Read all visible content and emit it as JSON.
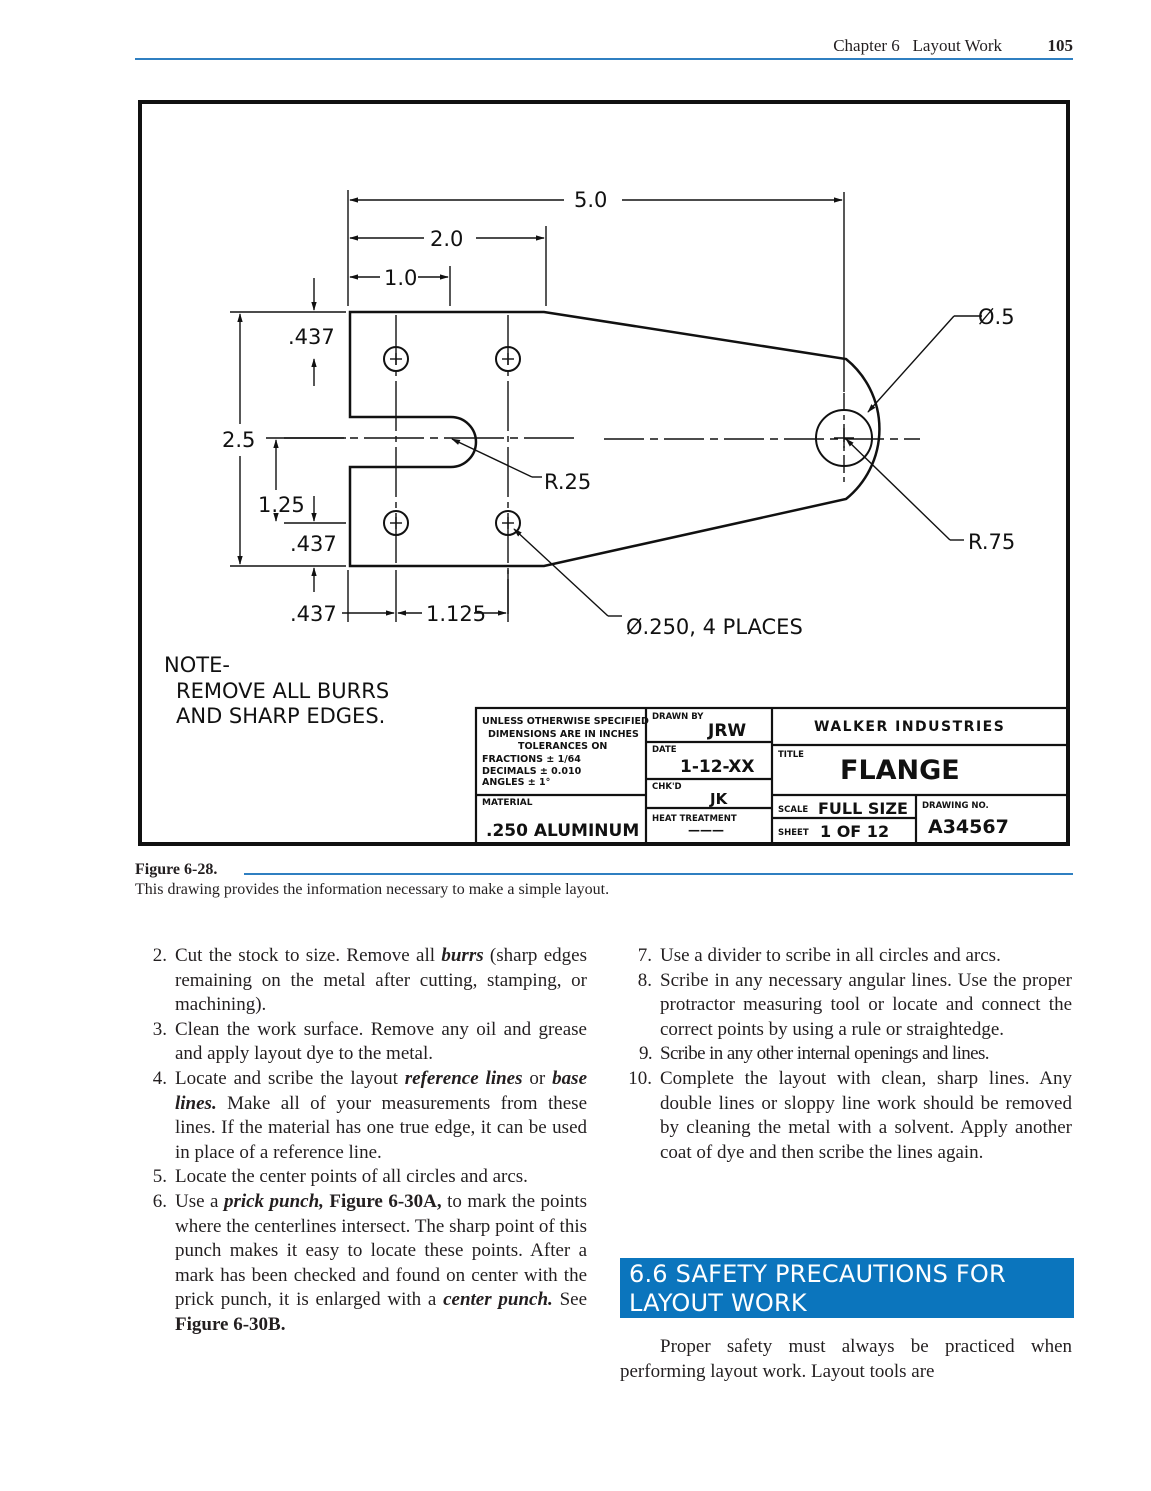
{
  "header": {
    "chapter": "Chapter 6",
    "section": "Layout Work",
    "page_number": "105"
  },
  "figure": {
    "label": "Figure 6-28.",
    "caption": "This drawing provides the information necessary to make a simple layout.",
    "dimensions": {
      "d_5_0": "5.0",
      "d_2_0": "2.0",
      "d_1_0": "1.0",
      "d_437_top": ".437",
      "d_2_5": "2.5",
      "d_1_25": "1.25",
      "d_437_mid": ".437",
      "d_437_bottom": ".437",
      "d_1_125": "1.125",
      "dia_5": "Ø.5",
      "r_25": "R.25",
      "r_75": "R.75",
      "holes": "Ø.250, 4 PLACES"
    },
    "note": {
      "title": "NOTE-",
      "line1": "REMOVE ALL BURRS",
      "line2": "AND SHARP EDGES."
    },
    "title_block": {
      "tol_line1": "UNLESS OTHERWISE SPECIFIED",
      "tol_line2": "DIMENSIONS ARE IN INCHES",
      "tol_line3": "TOLERANCES ON",
      "tol_frac": "FRACTIONS  ± 1/64",
      "tol_dec": "DECIMALS   ± 0.010",
      "tol_ang": "ANGLES       ± 1°",
      "material_label": "MATERIAL",
      "material_value": ".250 ALUMINUM",
      "drawn_by_label": "DRAWN BY",
      "drawn_by_value": "JRW",
      "date_label": "DATE",
      "date_value": "1-12-XX",
      "chkd_label": "CHK'D",
      "chkd_value": "JK",
      "heat_label": "HEAT TREATMENT",
      "heat_value": "———",
      "company": "WALKER  INDUSTRIES",
      "title_label": "TITLE",
      "title_value": "FLANGE",
      "scale_label": "SCALE",
      "scale_value": "FULL SIZE",
      "sheet_label": "SHEET",
      "sheet_value": "1 OF 12",
      "drawing_no_label": "DRAWING NO.",
      "drawing_no_value": "A34567"
    }
  },
  "left_column": {
    "items": [
      {
        "num": "2.",
        "parts": [
          "Cut the stock to size. Remove all ",
          "burrs",
          " (sharp edges remaining on the metal after cutting, stamping, or machining)."
        ]
      },
      {
        "num": "3.",
        "text": "Clean the work surface. Remove any oil and grease and apply layout dye to the metal."
      },
      {
        "num": "4.",
        "parts": [
          "Locate and scribe the layout ",
          "reference lines",
          " or ",
          "base lines.",
          " Make all of your measurements from these lines. If the material has one true edge, it can be used in place of a reference line."
        ]
      },
      {
        "num": "5.",
        "text": "Locate the center points of all circles and arcs."
      },
      {
        "num": "6.",
        "parts": [
          "Use a ",
          "prick punch,",
          " ",
          "Figure 6-30A,",
          " to mark the points where the centerlines intersect. The sharp point of this punch makes it easy to locate these points. After a mark has been checked and found on center with the prick punch, it is enlarged with a ",
          "center punch.",
          " See ",
          "Figure 6-30B."
        ]
      }
    ]
  },
  "right_column": {
    "items": [
      {
        "num": "7.",
        "text": "Use a divider to scribe in all circles and arcs."
      },
      {
        "num": "8.",
        "text": "Scribe in any necessary angular lines. Use the proper protractor measuring tool or locate and connect the correct points by using a rule or straightedge."
      },
      {
        "num": "9.",
        "text": "Scribe in any other internal openings and lines."
      },
      {
        "num": "10.",
        "text": "Complete the layout with clean, sharp lines. Any double lines or sloppy line work should be removed by cleaning the metal with a solvent. Apply another coat of dye and then scribe the lines again."
      }
    ],
    "section_heading": "6.6 SAFETY PRECAUTIONS FOR LAYOUT WORK",
    "section_text": "Proper safety must always be practiced when performing layout work. Layout tools are"
  }
}
